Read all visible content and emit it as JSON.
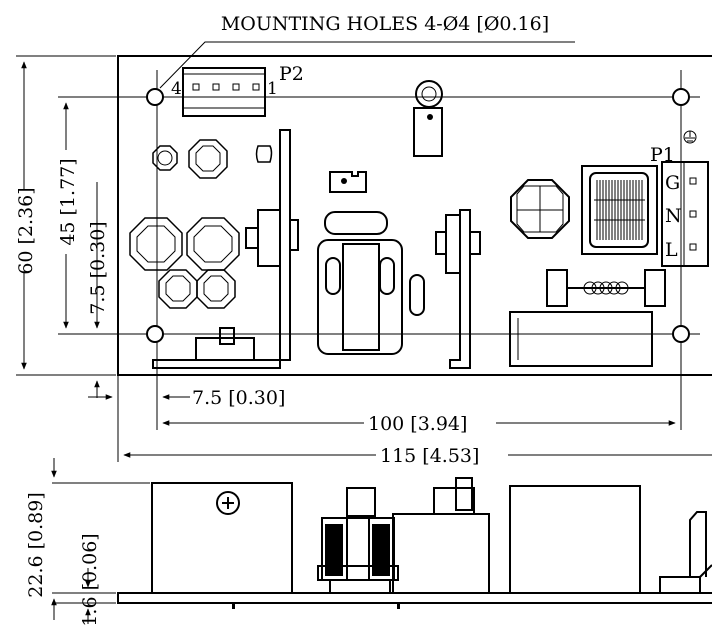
{
  "title_note": "MOUNTING HOLES 4-Ø4 [Ø0.16]",
  "connectors": {
    "p2": {
      "label": "P2",
      "pin_first": "4",
      "pin_last": "1"
    },
    "p1": {
      "label": "P1",
      "pins": [
        "G",
        "N",
        "L"
      ]
    }
  },
  "dimensions": {
    "height_total": "60 [2.36]",
    "hole_vertical": "45 [1.77]",
    "hole_edge_vertical": "7.5 [0.30]",
    "hole_edge_horizontal": "7.5 [0.30]",
    "hole_horizontal": "100 [3.94]",
    "width_total": "115 [4.53]",
    "component_height": "22.6 [0.89]",
    "board_thickness": "1.6 [0.06]"
  }
}
